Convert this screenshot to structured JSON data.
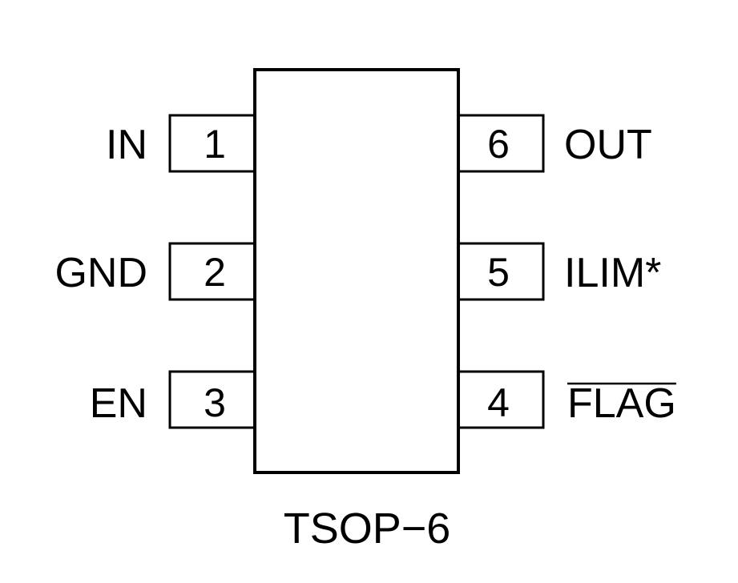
{
  "package": {
    "name": "TSOP−6"
  },
  "pins": {
    "left": [
      {
        "number": "1",
        "label": "IN"
      },
      {
        "number": "2",
        "label": "GND"
      },
      {
        "number": "3",
        "label": "EN"
      }
    ],
    "right": [
      {
        "number": "6",
        "label": "OUT",
        "active_low": false
      },
      {
        "number": "5",
        "label": "ILIM*",
        "active_low": false
      },
      {
        "number": "4",
        "label": "FLAG",
        "active_low": true
      }
    ]
  }
}
